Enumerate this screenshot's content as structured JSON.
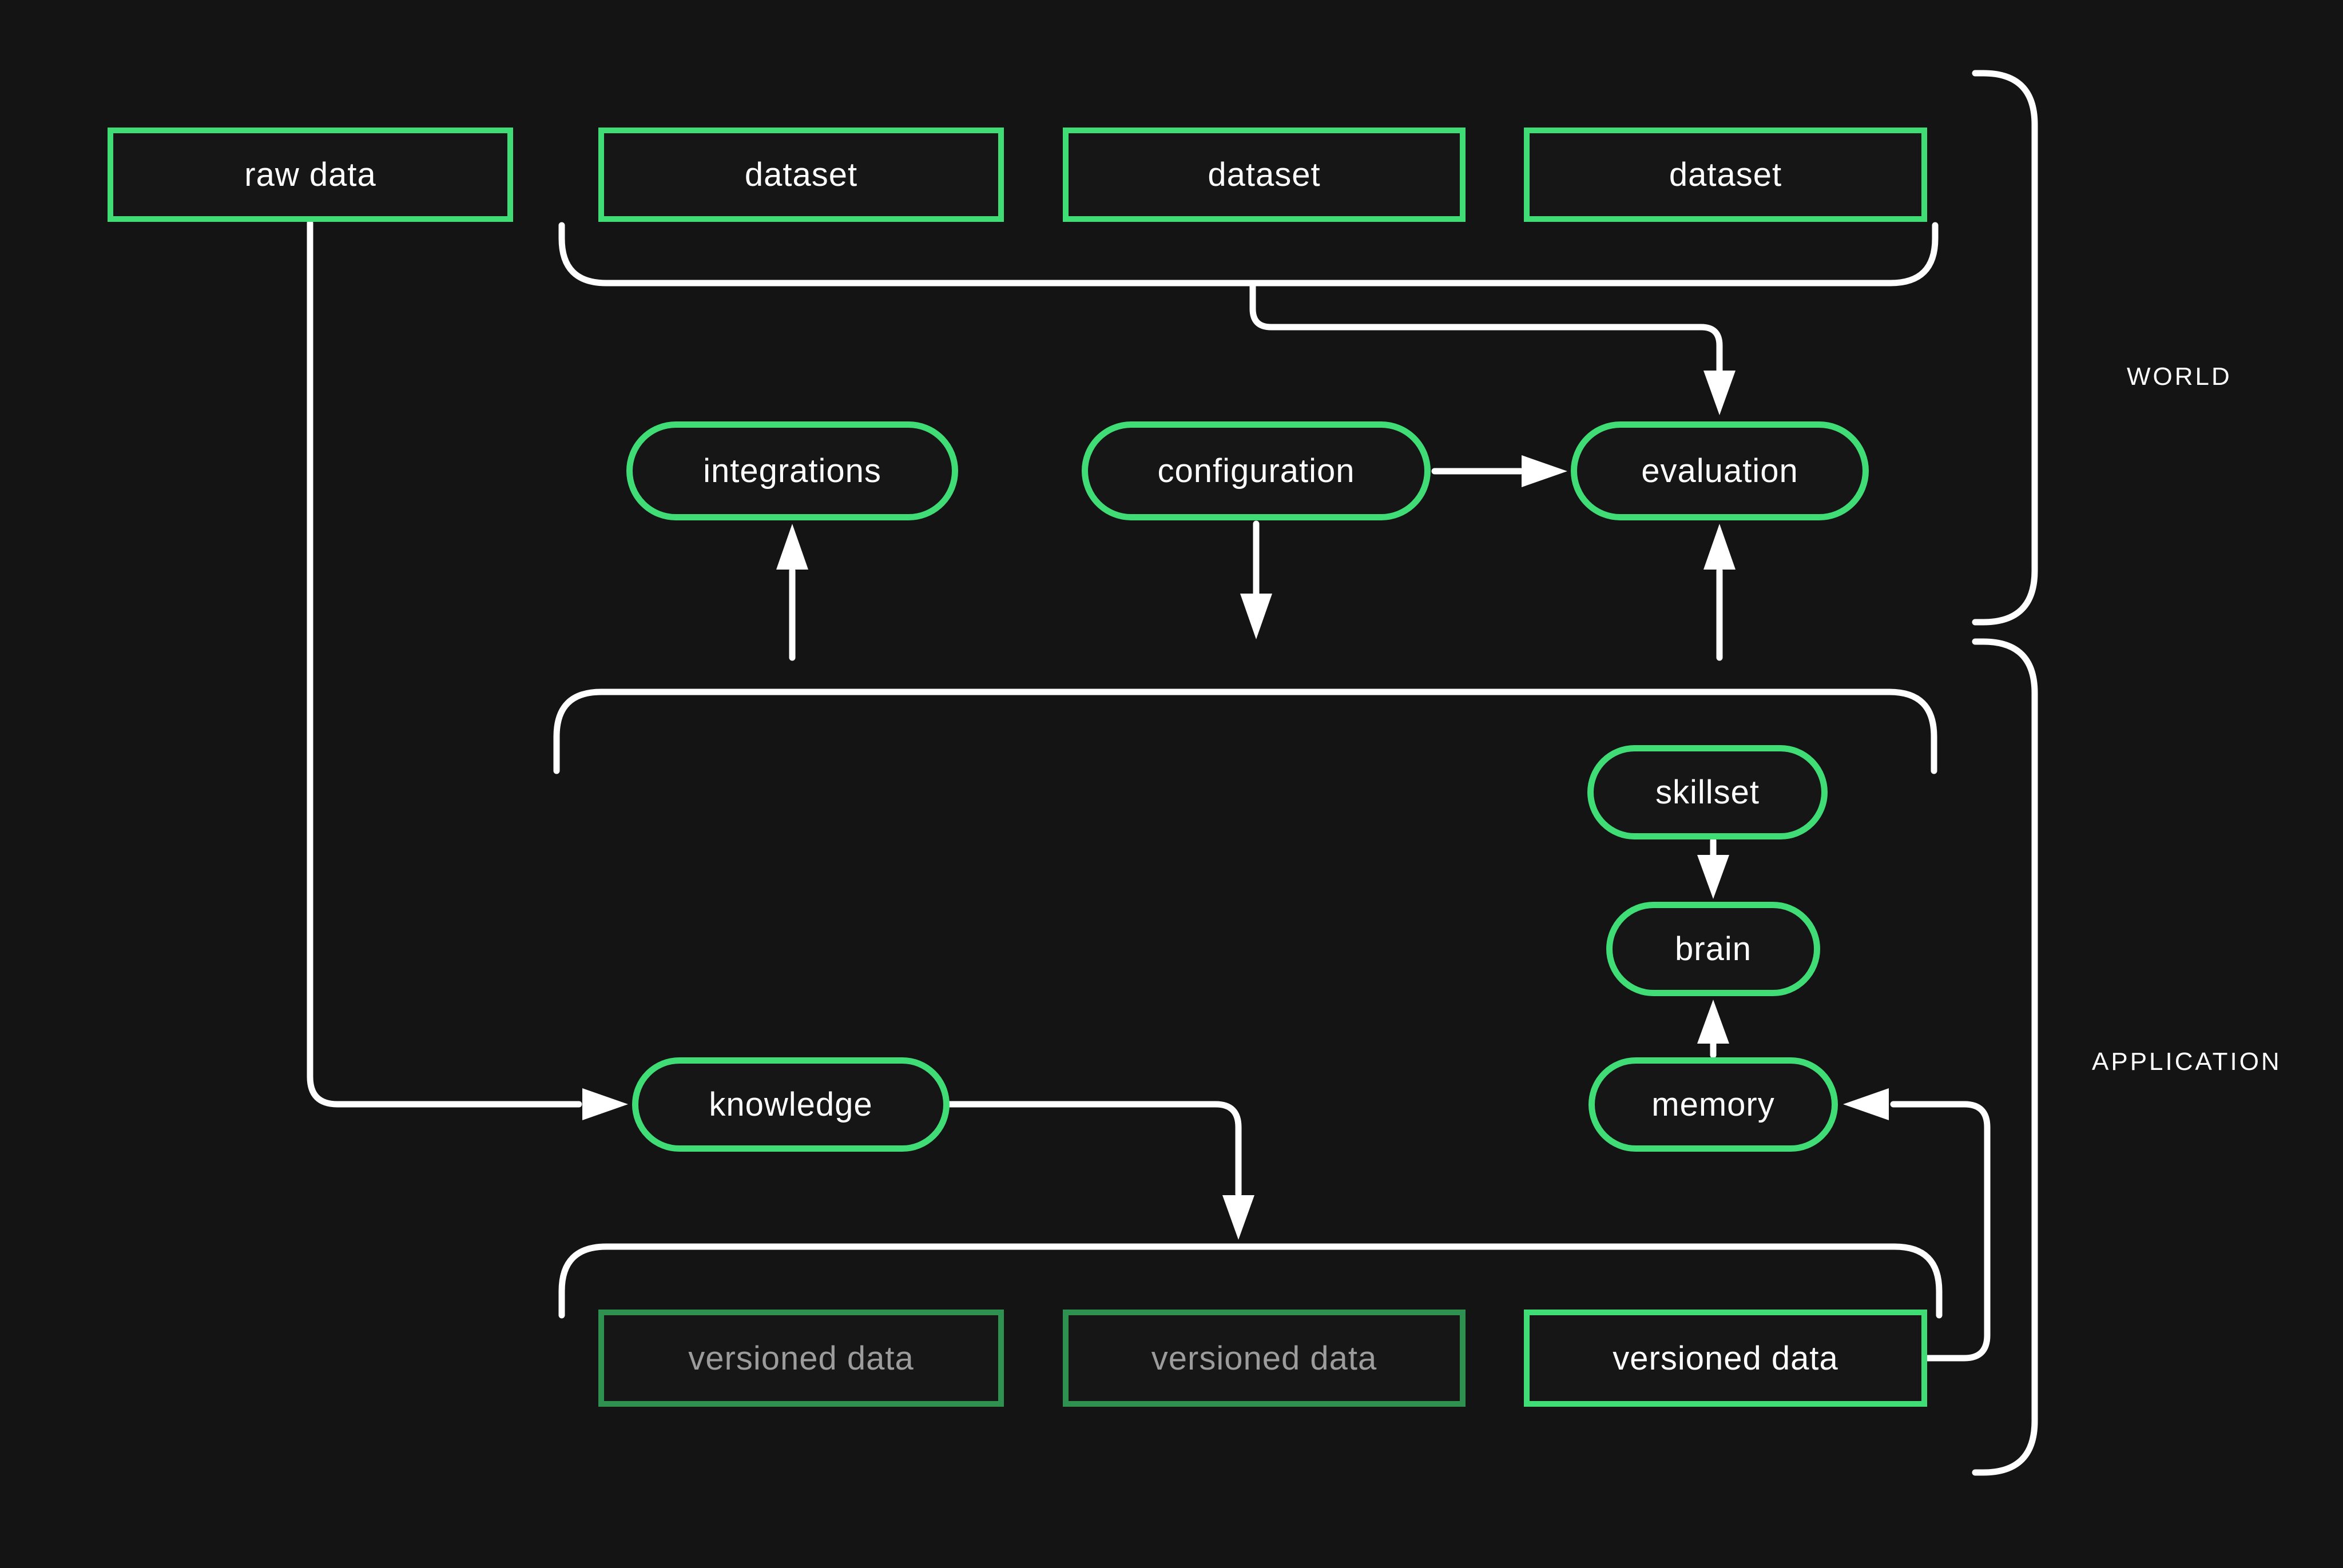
{
  "colors": {
    "background": "#141414",
    "node_fill": "#161616",
    "green_bright": "#40dd77",
    "green_dim": "#2f9150",
    "text_white": "#ffffff",
    "text_dim": "#9c9c9c",
    "line_white": "#ffffff"
  },
  "world": {
    "label": "WORLD",
    "raw_data": {
      "label": "raw data"
    },
    "datasets": [
      {
        "label": "dataset"
      },
      {
        "label": "dataset"
      },
      {
        "label": "dataset"
      }
    ],
    "integrations": {
      "label": "integrations"
    },
    "configuration": {
      "label": "configuration"
    },
    "evaluation": {
      "label": "evaluation"
    }
  },
  "application": {
    "label": "APPLICATION",
    "skillset": {
      "label": "skillset"
    },
    "brain": {
      "label": "brain"
    },
    "memory": {
      "label": "memory"
    },
    "knowledge": {
      "label": "knowledge"
    },
    "versioned": [
      {
        "label": "versioned data",
        "dimmed": true
      },
      {
        "label": "versioned data",
        "dimmed": true
      },
      {
        "label": "versioned data",
        "dimmed": false
      }
    ]
  },
  "diagram": {
    "edges": [
      {
        "from": "raw data",
        "to": "knowledge"
      },
      {
        "from": "datasets group",
        "to": "evaluation"
      },
      {
        "from": "configuration",
        "to": "evaluation"
      },
      {
        "from": "application group",
        "to": "integrations"
      },
      {
        "from": "configuration",
        "to": "application group"
      },
      {
        "from": "application group",
        "to": "evaluation"
      },
      {
        "from": "skillset",
        "to": "brain"
      },
      {
        "from": "memory",
        "to": "brain"
      },
      {
        "from": "knowledge",
        "to": "versioned data group"
      },
      {
        "from": "versioned data 3",
        "to": "memory"
      }
    ]
  }
}
